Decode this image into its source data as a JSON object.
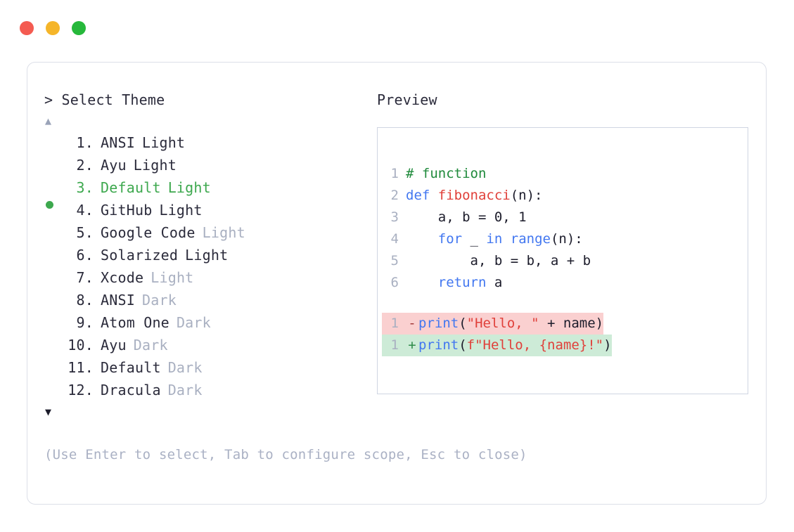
{
  "window": {
    "traffic_lights": [
      {
        "name": "close",
        "color": "#F45B51"
      },
      {
        "name": "minimize",
        "color": "#F5B529"
      },
      {
        "name": "maximize",
        "color": "#26B83B"
      }
    ]
  },
  "left_panel": {
    "prompt": "> Select Theme",
    "scroll_up_icon": "▲",
    "scroll_down_icon": "▼",
    "selected_index": 3,
    "items": [
      {
        "index": "1.",
        "name": "ANSI",
        "variant": "Light",
        "variant_muted": false,
        "selected": false
      },
      {
        "index": "2.",
        "name": "Ayu",
        "variant": "Light",
        "variant_muted": false,
        "selected": false
      },
      {
        "index": "3.",
        "name": "Default",
        "variant": "Light",
        "variant_muted": false,
        "selected": true
      },
      {
        "index": "4.",
        "name": "GitHub",
        "variant": "Light",
        "variant_muted": false,
        "selected": false
      },
      {
        "index": "5.",
        "name": "Google Code",
        "variant": "Light",
        "variant_muted": true,
        "selected": false
      },
      {
        "index": "6.",
        "name": "Solarized",
        "variant": "Light",
        "variant_muted": false,
        "selected": false
      },
      {
        "index": "7.",
        "name": "Xcode",
        "variant": "Light",
        "variant_muted": true,
        "selected": false
      },
      {
        "index": "8.",
        "name": "ANSI",
        "variant": "Dark",
        "variant_muted": true,
        "selected": false
      },
      {
        "index": "9.",
        "name": "Atom One",
        "variant": "Dark",
        "variant_muted": true,
        "selected": false
      },
      {
        "index": "10.",
        "name": "Ayu",
        "variant": "Dark",
        "variant_muted": true,
        "selected": false
      },
      {
        "index": "11.",
        "name": "Default",
        "variant": "Dark",
        "variant_muted": true,
        "selected": false
      },
      {
        "index": "12.",
        "name": "Dracula",
        "variant": "Dark",
        "variant_muted": true,
        "selected": false
      }
    ],
    "hint": "(Use Enter to select, Tab to configure scope, Esc to close)"
  },
  "right_panel": {
    "title": "Preview",
    "code_lines": [
      {
        "ln": "1",
        "tokens": [
          {
            "t": "# function",
            "c": "tok-comment"
          }
        ]
      },
      {
        "ln": "2",
        "tokens": [
          {
            "t": "def ",
            "c": "tok-keyword"
          },
          {
            "t": "fibonacci",
            "c": "tok-func"
          },
          {
            "t": "(n):",
            "c": "tok-plain"
          }
        ]
      },
      {
        "ln": "3",
        "tokens": [
          {
            "t": "    a, b = 0, 1",
            "c": "tok-plain"
          }
        ]
      },
      {
        "ln": "4",
        "tokens": [
          {
            "t": "    ",
            "c": "tok-plain"
          },
          {
            "t": "for",
            "c": "tok-keyword"
          },
          {
            "t": " _ ",
            "c": "tok-plain"
          },
          {
            "t": "in",
            "c": "tok-keyword"
          },
          {
            "t": " ",
            "c": "tok-plain"
          },
          {
            "t": "range",
            "c": "tok-builtin"
          },
          {
            "t": "(n):",
            "c": "tok-plain"
          }
        ]
      },
      {
        "ln": "5",
        "tokens": [
          {
            "t": "        a, b = b, a + b",
            "c": "tok-plain"
          }
        ]
      },
      {
        "ln": "6",
        "tokens": [
          {
            "t": "    ",
            "c": "tok-plain"
          },
          {
            "t": "return",
            "c": "tok-keyword"
          },
          {
            "t": " a",
            "c": "tok-plain"
          }
        ]
      }
    ],
    "diff_lines": [
      {
        "ln": "1",
        "marker": "-",
        "kind": "minus",
        "tokens": [
          {
            "t": "print",
            "c": "tok-builtin"
          },
          {
            "t": "(",
            "c": "tok-plain"
          },
          {
            "t": "\"Hello, \"",
            "c": "tok-string"
          },
          {
            "t": " + name)",
            "c": "tok-plain"
          }
        ]
      },
      {
        "ln": "1",
        "marker": "+",
        "kind": "plus",
        "tokens": [
          {
            "t": "print",
            "c": "tok-builtin"
          },
          {
            "t": "(",
            "c": "tok-plain"
          },
          {
            "t": "f\"Hello, {name}!\"",
            "c": "tok-string"
          },
          {
            "t": ")",
            "c": "tok-plain"
          }
        ]
      }
    ]
  },
  "colors": {
    "accent_selected": "#3DA84E",
    "muted_text": "#A9B0C1",
    "body_text": "#2B2B3B",
    "diff_removed_bg": "#FAD0D0",
    "diff_added_bg": "#CDEBD7",
    "panel_border": "#CFD5E2",
    "card_border": "#DCDFE8"
  }
}
